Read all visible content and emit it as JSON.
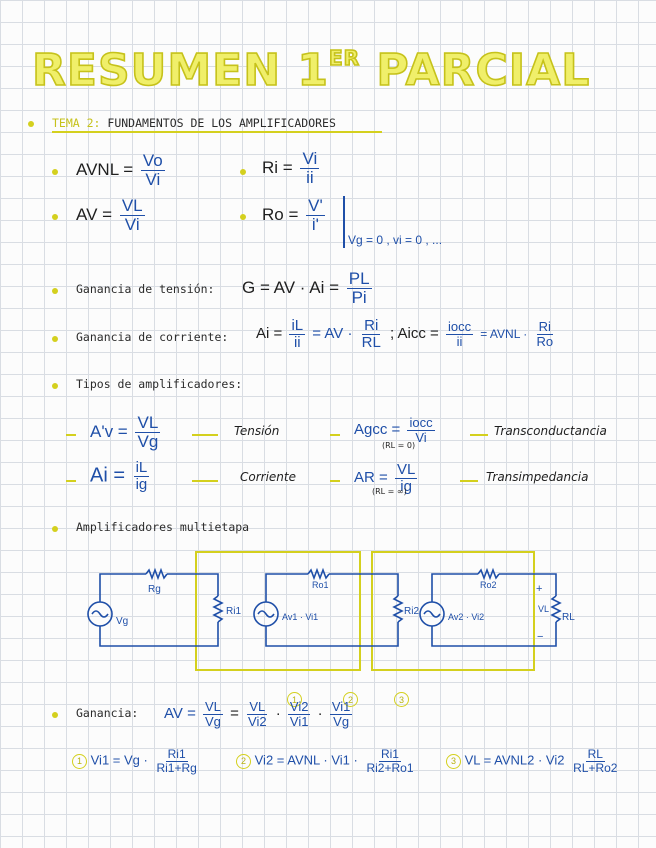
{
  "title": {
    "main": "RESUMEN 1",
    "sup": "ER",
    "rest": " PARCIAL"
  },
  "theme": {
    "label": "TEMA 2:",
    "heading": "FUNDAMENTOS DE LOS AMPLIFICADORES"
  },
  "formulas": {
    "avnl_lhs": "AVNL =",
    "avnl_num": "Vo",
    "avnl_den": "Vi",
    "ri_lhs": "Ri =",
    "ri_num": "Vi",
    "ri_den": "ii",
    "av_lhs": "AV =",
    "av_num": "VL",
    "av_den": "Vi",
    "ro_lhs": "Ro =",
    "ro_num": "V'",
    "ro_den": "i'",
    "ro_cond": "Vg = 0 , vi = 0 , ..."
  },
  "gain_voltage": {
    "label": "Ganancia de tensión:",
    "lhs": "G = AV · Ai =",
    "num": "PL",
    "den": "Pi"
  },
  "gain_current": {
    "label": "Ganancia de corriente:",
    "lhs": "Ai =",
    "n1": "iL",
    "d1": "ii",
    "mid": "= AV ·",
    "n2": "Ri",
    "d2": "RL",
    "sep": ";",
    "aicc": "Aicc =",
    "n3": "iocc",
    "d3": "ii",
    "mid2": "= AVNL ·",
    "n4": "Ri",
    "d4": "Ro"
  },
  "types": {
    "label": "Tipos de amplificadores:",
    "t1_lhs": "A'v =",
    "t1_num": "VL",
    "t1_den": "Vg",
    "t1_name": "Tensión",
    "t2_lhs": "Agcc =",
    "t2_num": "iocc",
    "t2_den": "Vi",
    "t2_sub": "(RL = 0)",
    "t2_name": "Transconductancia",
    "t3_lhs": "Ai =",
    "t3_num": "iL",
    "t3_den": "ig",
    "t3_name": "Corriente",
    "t4_lhs": "AR =",
    "t4_num": "VL",
    "t4_den": "ig",
    "t4_sub": "(RL = ∞)",
    "t4_name": "Transimpedancia"
  },
  "multistage": {
    "label": "Amplificadores multietapa"
  },
  "circuit": {
    "rg": "Rg",
    "vg": "Vg",
    "ri1": "Ri1",
    "ro1": "Ro1",
    "src2": "Av1 · Vi1",
    "ri2": "Ri2",
    "ro2": "Ro2",
    "src3": "Av2 · Vi2",
    "vl": "VL",
    "rl": "RL",
    "plus": "+",
    "minus": "−"
  },
  "gain_total": {
    "label": "Ganancia:",
    "lhs": "AV =",
    "n1": "VL",
    "d1": "Vg",
    "eq": "=",
    "n2": "VL",
    "d2": "Vi2",
    "n3": "Vi2",
    "d3": "Vi1",
    "n4": "Vi1",
    "d4": "Vg",
    "c1": "1",
    "c2": "2",
    "c3": "3",
    "dot": "·"
  },
  "steps": {
    "s1_num": "1",
    "s1_lhs": "Vi1 = Vg ·",
    "s1_n": "Ri1",
    "s1_d": "Ri1+Rg",
    "s2_num": "2",
    "s2_lhs": "Vi2 = AVNL · Vi1 ·",
    "s2_n": "Ri1",
    "s2_d": "Ri2+Ro1",
    "s3_num": "3",
    "s3_lhs": "VL = AVNL2 · Vi2",
    "s3_n": "RL",
    "s3_d": "RL+Ro2"
  }
}
